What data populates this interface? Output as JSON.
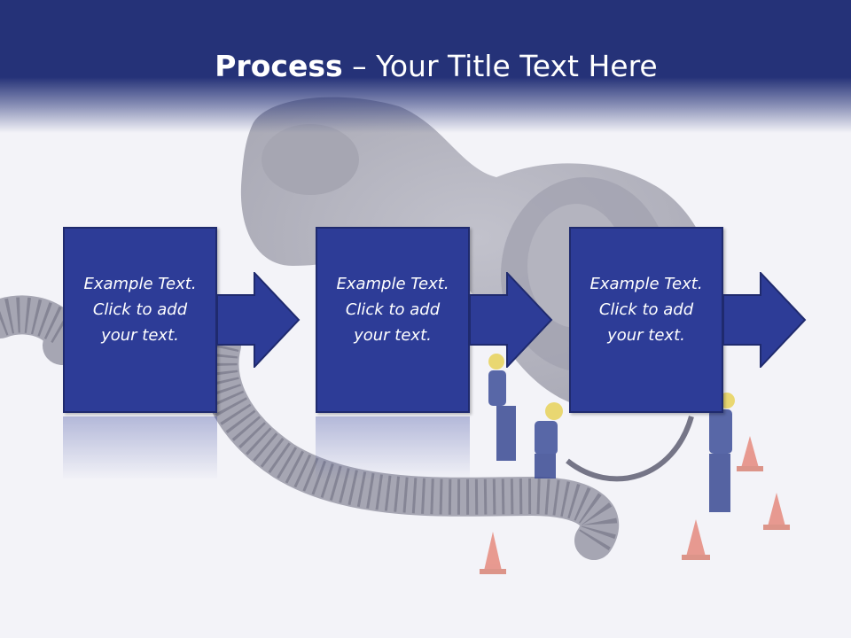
{
  "title": {
    "bold": "Process",
    "rest": " – Your Title Text Here"
  },
  "steps": [
    {
      "lines": [
        "Example Text.",
        "Click  to add",
        "your text."
      ]
    },
    {
      "lines": [
        "Example Text.",
        "Click  to add",
        "your text."
      ]
    },
    {
      "lines": [
        "Example Text.",
        "Click  to add",
        "your text."
      ]
    }
  ],
  "colors": {
    "header": "#253278",
    "box": "#2d3c97",
    "box_border": "#1f2a6e",
    "text": "#ffffff"
  }
}
